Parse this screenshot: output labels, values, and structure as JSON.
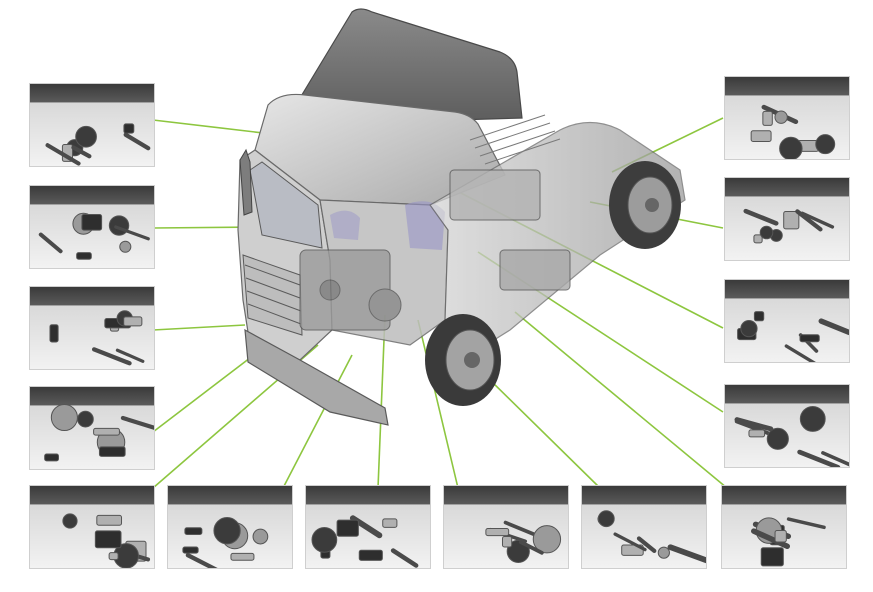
{
  "image": {
    "subject": "truck-cab-parts-diagram",
    "colors": {
      "background": "#ffffff",
      "leader_line": "#8dc63f",
      "truck_body": "#c4c4c4",
      "truck_shadow": "#6b6b6b",
      "cab_fairing": "#7d7d7d",
      "thumb_top": "#444444",
      "thumb_floor": "#eeeeee"
    }
  },
  "parts_groups": [
    {
      "id": "cab-interior-parts",
      "icon": "cab-interior-icon"
    },
    {
      "id": "filters-and-shocks",
      "icon": "filter-shock-icon"
    },
    {
      "id": "electrical-and-lamps",
      "icon": "lamp-starter-icon"
    },
    {
      "id": "cooling-system",
      "icon": "radiator-fan-icon"
    },
    {
      "id": "engine-internals",
      "icon": "crankshaft-icon"
    },
    {
      "id": "steering-rods",
      "icon": "steering-rod-icon"
    },
    {
      "id": "clutch-and-brakes",
      "icon": "clutch-disc-icon"
    },
    {
      "id": "transmission-parts",
      "icon": "gear-kit-icon"
    },
    {
      "id": "brake-discs-and-pumps",
      "icon": "brake-disc-icon"
    },
    {
      "id": "exhaust-system",
      "icon": "muffler-icon"
    },
    {
      "id": "axle-and-hubs",
      "icon": "hub-icon"
    },
    {
      "id": "suspension-arms",
      "icon": "suspension-arm-icon"
    },
    {
      "id": "fuel-injection",
      "icon": "injector-icon"
    },
    {
      "id": "drivetrain-mounts",
      "icon": "mount-icon"
    }
  ]
}
